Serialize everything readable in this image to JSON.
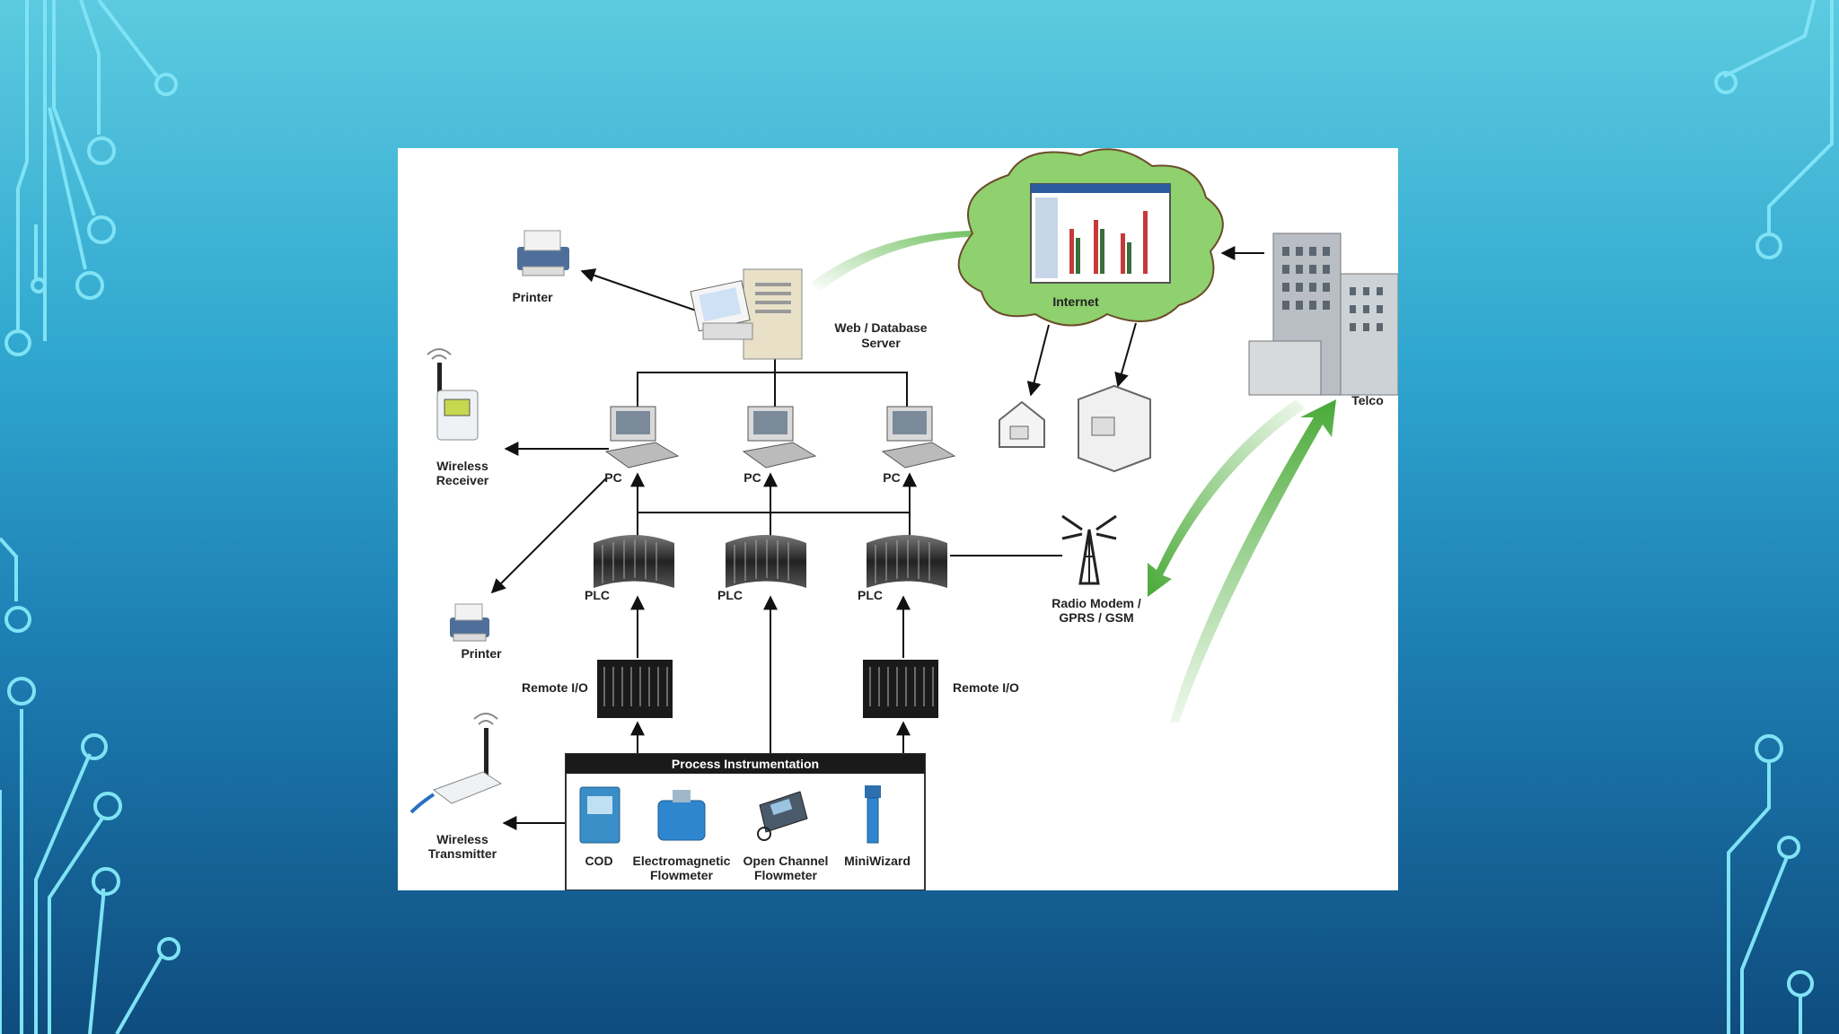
{
  "diagram": {
    "labels": {
      "printer_top": "Printer",
      "server": [
        "Web / Database",
        "Server"
      ],
      "internet": "Internet",
      "telco": "Telco",
      "wireless_receiver": [
        "Wireless",
        "Receiver"
      ],
      "pc": "PC",
      "plc": "PLC",
      "radio_modem": [
        "Radio Modem /",
        "GPRS / GSM"
      ],
      "printer_bottom": "Printer",
      "remote_io": "Remote I/O",
      "process_instrumentation": "Process Instrumentation",
      "wireless_transmitter": [
        "Wireless",
        "Transmitter"
      ],
      "cod": "COD",
      "em_flowmeter": [
        "Electromagnetic",
        "Flowmeter"
      ],
      "oc_flowmeter": [
        "Open Channel",
        "Flowmeter"
      ],
      "miniwizard": "MiniWizard"
    }
  },
  "colors": {
    "bg_top": "#5ccbe0",
    "bg_bottom": "#0f4c7e",
    "circuit": "#7fe3f5",
    "green_arrow": "#5db84a",
    "cloud": "#8fd06f"
  }
}
